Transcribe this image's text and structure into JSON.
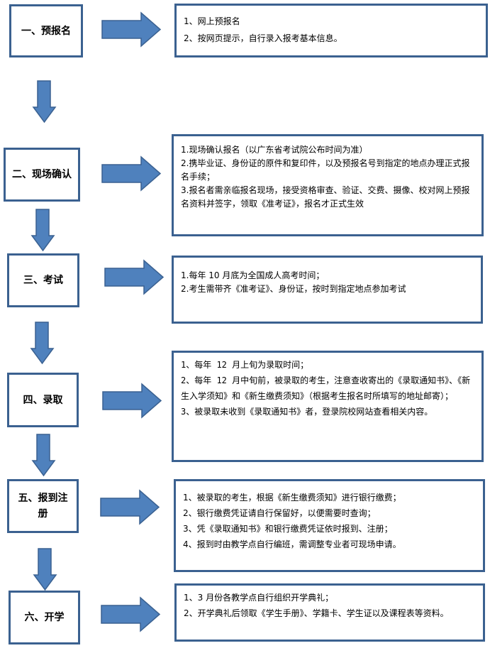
{
  "diagram": {
    "colors": {
      "border": "#3B6190",
      "arrow_fill": "#4F81BD",
      "arrow_stroke": "#3A6191"
    },
    "steps": [
      {
        "label": "一、预报名",
        "details": [
          "1、网上预报名",
          "2、按网页提示，自行录入报考基本信息。"
        ]
      },
      {
        "label": "二、现场确认",
        "details": [
          "1.现场确认报名（以广东省考试院公布时间为准）",
          "2.携毕业证、身份证的原件和复印件，以及预报名号到指定的地点办理正式报名手续；",
          "3.报名者需亲临报名现场，接受资格审查、验证、交费、摄像、校对网上预报名资料并签字，领取《准考证》，报名才正式生效"
        ]
      },
      {
        "label": "三、考试",
        "details": [
          "1.每年 10 月底为全国成人高考时间；",
          "2.考生需带齐《准考证》、身份证，按时到指定地点参加考试"
        ]
      },
      {
        "label": "四、录取",
        "details": [
          "1、每年 12 月上旬为录取时间；",
          "2、每年 12 月中旬前，被录取的考生，注意查收寄出的《录取通知书》、《新生入学须知》和《新生缴费须知》（根据考生报名时所填写的地址邮寄）；",
          "3、被录取未收到《录取通知书》者，登录院校网站查看相关内容。"
        ]
      },
      {
        "label": "五、报到注册",
        "details": [
          "1、被录取的考生，根据《新生缴费须知》进行银行缴费；",
          "2、银行缴费凭证请自行保留好，以便需要时查询；",
          "3、凭《录取通知书》和银行缴费凭证依时报到、注册；",
          "4、报到时由教学点自行编班，需调整专业者可现场申请。"
        ]
      },
      {
        "label": "六、开学",
        "details": [
          "1、3 月份各教学点自行组织开学典礼；",
          "2、开学典礼后领取《学生手册》、学籍卡、学生证以及课程表等资料。"
        ]
      }
    ]
  }
}
